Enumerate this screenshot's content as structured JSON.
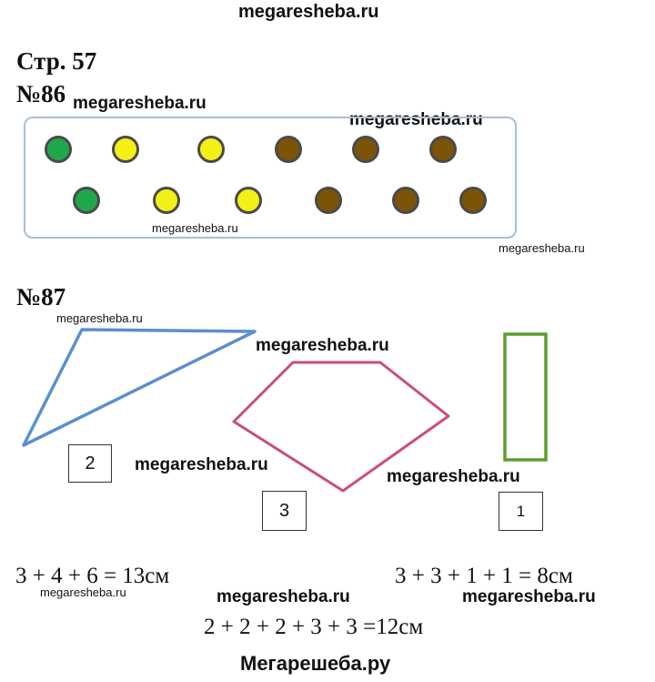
{
  "watermarks": {
    "top": "megaresheba.ru",
    "task86_title": "megaresheba.ru",
    "task86_top_right": "megaresheba.ru",
    "task86_bottom": "megaresheba.ru",
    "task86_right": "megaresheba.ru",
    "task87_title": "megaresheba.ru",
    "task87_center": "megaresheba.ru",
    "task87_left": "megaresheba.ru",
    "task87_right": "megaresheba.ru",
    "eq_left": "megaresheba.ru",
    "eq_center": "megaresheba.ru",
    "eq_right": "megaresheba.ru",
    "footer": "Мегарешеба.ру"
  },
  "page": {
    "title": "Стр. 57"
  },
  "task86": {
    "number": "№86",
    "dots_row1": [
      "green",
      "yellow",
      "yellow",
      "brown",
      "brown",
      "brown"
    ],
    "dots_row2": [
      "green",
      "yellow",
      "yellow",
      "brown",
      "brown",
      "brown"
    ],
    "colors": {
      "green": "#1fa84a",
      "yellow": "#f5ef18",
      "brown": "#7b5408",
      "frame": "#a8bfd4"
    }
  },
  "task87": {
    "number": "№87",
    "shapes": [
      {
        "name": "triangle",
        "label": "2",
        "color": "#5b8fd0"
      },
      {
        "name": "pentagon",
        "label": "3",
        "color": "#c94d7a"
      },
      {
        "name": "rectangle",
        "label": "1",
        "color": "#5aa02c"
      }
    ]
  },
  "equations": {
    "left": "3 + 4 + 6 = 13см",
    "right": "3 + 3 + 1 + 1 = 8см",
    "bottom": "2 + 2 + 2 + 3 + 3 =12см"
  }
}
